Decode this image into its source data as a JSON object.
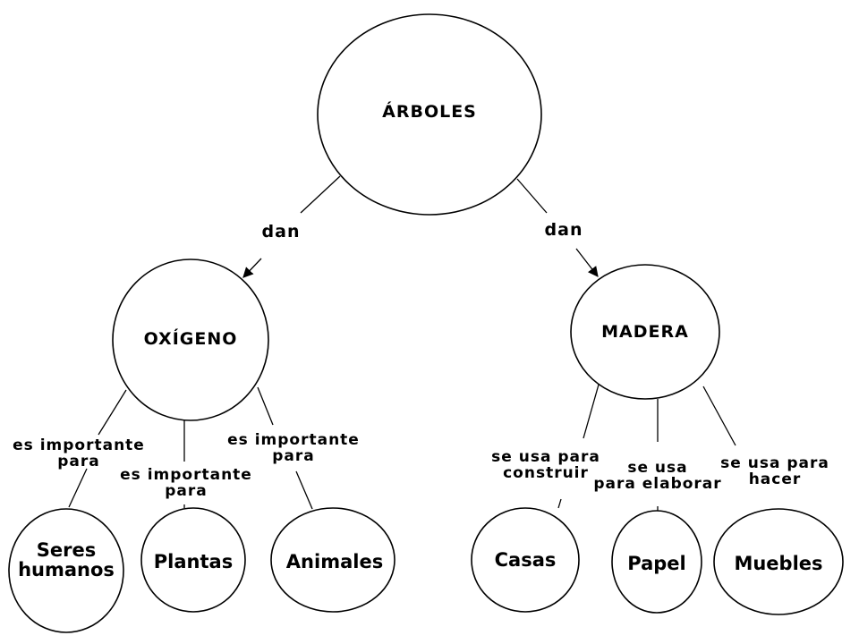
{
  "concept_map": {
    "root": "ÁRBOLES",
    "branches": [
      {
        "link": "dan",
        "concept": "OXÍGENO",
        "children": [
          {
            "link": "es importante\npara",
            "concept": "Seres\nhumanos"
          },
          {
            "link": "es importante\npara",
            "concept": "Plantas"
          },
          {
            "link": "es importante\npara",
            "concept": "Animales"
          }
        ]
      },
      {
        "link": "dan",
        "concept": "MADERA",
        "children": [
          {
            "link": "se usa para\nconstruir",
            "concept": "Casas"
          },
          {
            "link": "se usa\npara elaborar",
            "concept": "Papel"
          },
          {
            "link": "se usa para\nhacer",
            "concept": "Muebles"
          }
        ]
      }
    ]
  },
  "colors": {
    "stroke": "#000000",
    "background": "#ffffff"
  }
}
